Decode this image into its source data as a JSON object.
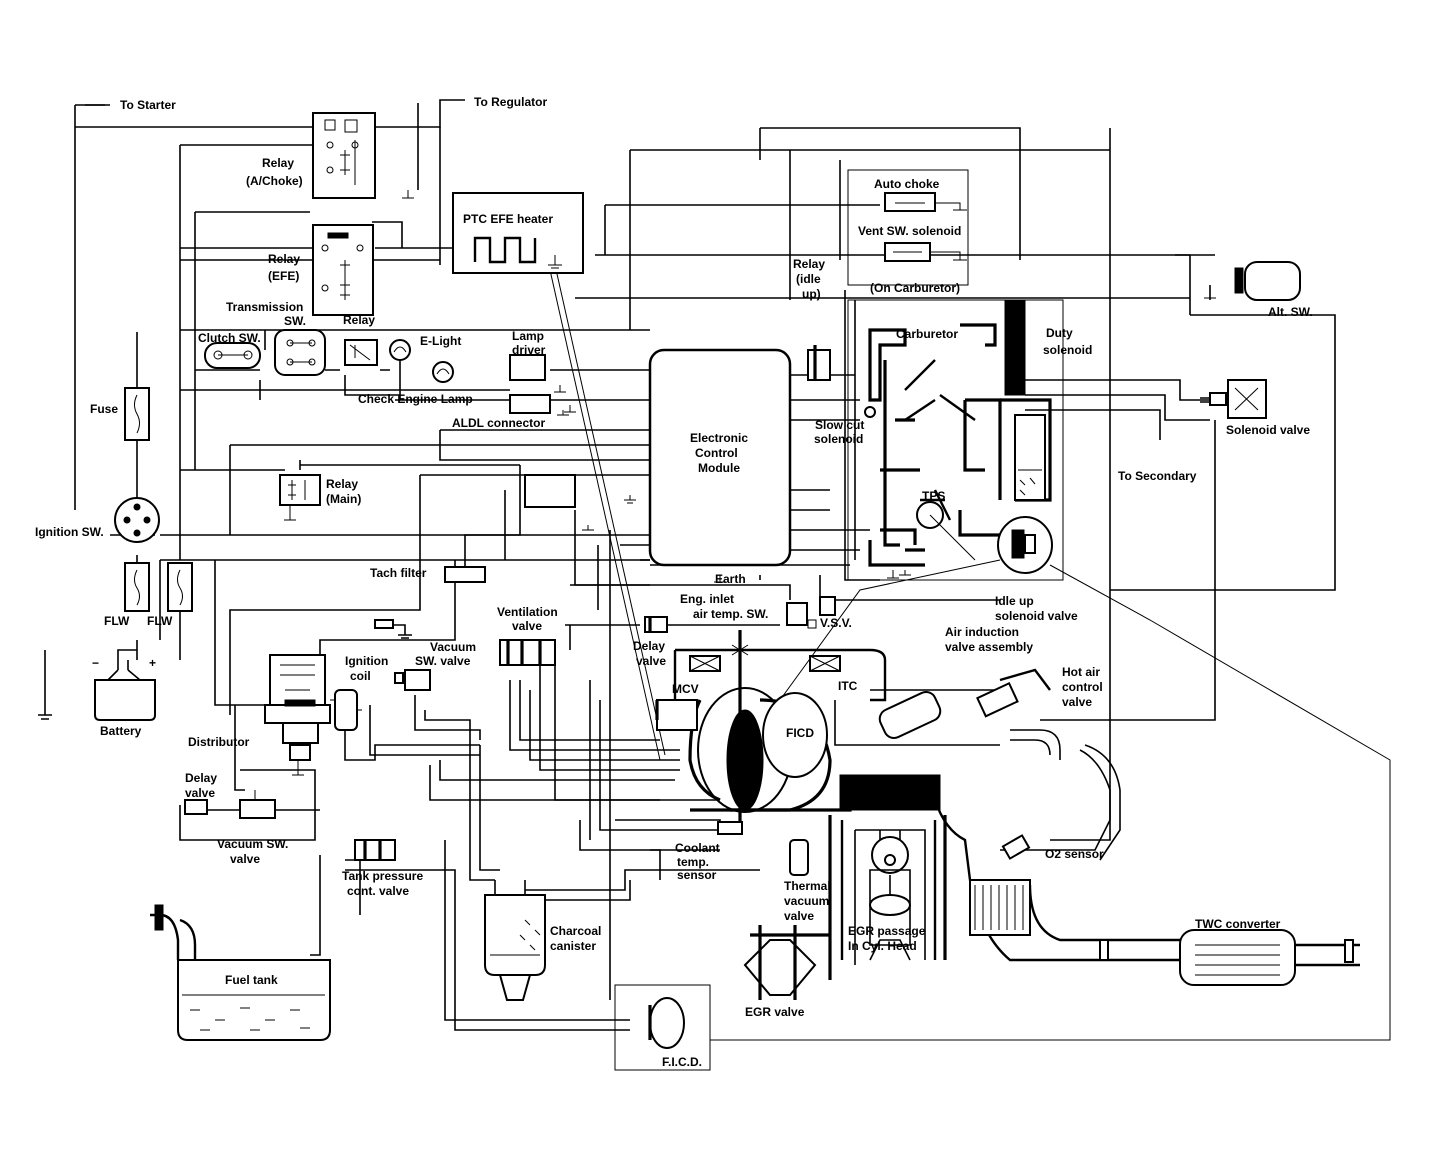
{
  "labels": {
    "to_starter": "To Starter",
    "to_regulator": "To Regulator",
    "relay_achoke_1": "Relay",
    "relay_achoke_2": "(A/Choke)",
    "relay_efe_1": "Relay",
    "relay_efe_2": "(EFE)",
    "ptc_efe_heater": "PTC EFE heater",
    "auto_choke": "Auto choke",
    "vent_sw_solenoid": "Vent SW. solenoid",
    "on_carburetor": "(On Carburetor)",
    "relay_idle_up_1": "Relay",
    "relay_idle_up_2": "(idle",
    "relay_idle_up_3": "up)",
    "alt_sw": "Alt. SW.",
    "transmission_sw_1": "Transmission",
    "transmission_sw_2": "SW.",
    "relay_top": "Relay",
    "clutch_sw": "Clutch SW.",
    "e_light": "E-Light",
    "lamp_driver_1": "Lamp",
    "lamp_driver_2": "driver",
    "carburetor": "Carburetor",
    "duty_solenoid_1": "Duty",
    "duty_solenoid_2": "solenoid",
    "fuse": "Fuse",
    "check_engine_lamp": "Check Engine Lamp",
    "aldl_connector": "ALDL connector",
    "ecm_1": "Electronic",
    "ecm_2": "Control",
    "ecm_3": "Module",
    "slow_cut_solenoid_1": "Slow cut",
    "slow_cut_solenoid_2": "solenoid",
    "solenoid_valve": "Solenoid valve",
    "to_secondary": "To Secondary",
    "relay_main_1": "Relay",
    "relay_main_2": "(Main)",
    "ignition_sw": "Ignition SW.",
    "tps": "TPS",
    "tach_filter": "Tach filter",
    "earth": "Earth",
    "eng_inlet_1": "Eng. inlet",
    "eng_inlet_2": "air temp. SW.",
    "vsv": "V.S.V.",
    "idle_up_solenoid_1": "Idle up",
    "idle_up_solenoid_2": "solenoid valve",
    "ventilation_valve_1": "Ventilation",
    "ventilation_valve_2": "valve",
    "flw_left": "FLW",
    "flw_right": "FLW",
    "air_induction_1": "Air induction",
    "air_induction_2": "valve assembly",
    "ignition_coil_1": "Ignition",
    "ignition_coil_2": "coil",
    "vacuum_sw_valve_top_1": "Vacuum",
    "vacuum_sw_valve_top_2": "SW. valve",
    "delay_valve_mid_1": "Delay",
    "delay_valve_mid_2": "valve",
    "hot_air_1": "Hot air",
    "hot_air_2": "control",
    "hot_air_3": "valve",
    "mcv": "MCV",
    "itc": "ITC",
    "battery": "Battery",
    "battery_minus": "−",
    "battery_plus": "+",
    "ficd_inner": "FICD",
    "distributor": "Distributor",
    "delay_valve_left_1": "Delay",
    "delay_valve_left_2": "valve",
    "vacuum_sw_valve_bottom_1": "Vacuum SW.",
    "vacuum_sw_valve_bottom_2": "valve",
    "coolant_1": "Coolant",
    "coolant_2": "temp.",
    "coolant_3": "sensor",
    "o2_sensor": "O2 sensor",
    "tank_pressure_1": "Tank pressure",
    "tank_pressure_2": "cont. valve",
    "thermal_1": "Thermal",
    "thermal_2": "vacuum",
    "thermal_3": "valve",
    "charcoal_1": "Charcoal",
    "charcoal_2": "canister",
    "twc_converter": "TWC converter",
    "egr_passage_1": "EGR passage",
    "egr_passage_2": "In Cyl. Head",
    "fuel_tank": "Fuel tank",
    "egr_valve": "EGR valve",
    "ficd_box": "F.I.C.D."
  },
  "icons": {
    "ground": "ground-symbol-icon",
    "fuse": "fuse-icon",
    "relay": "relay-coil-icon",
    "lamp": "lamp-icon",
    "heater": "heater-element-icon"
  },
  "colors": {
    "line": "#000000",
    "background": "#ffffff"
  }
}
